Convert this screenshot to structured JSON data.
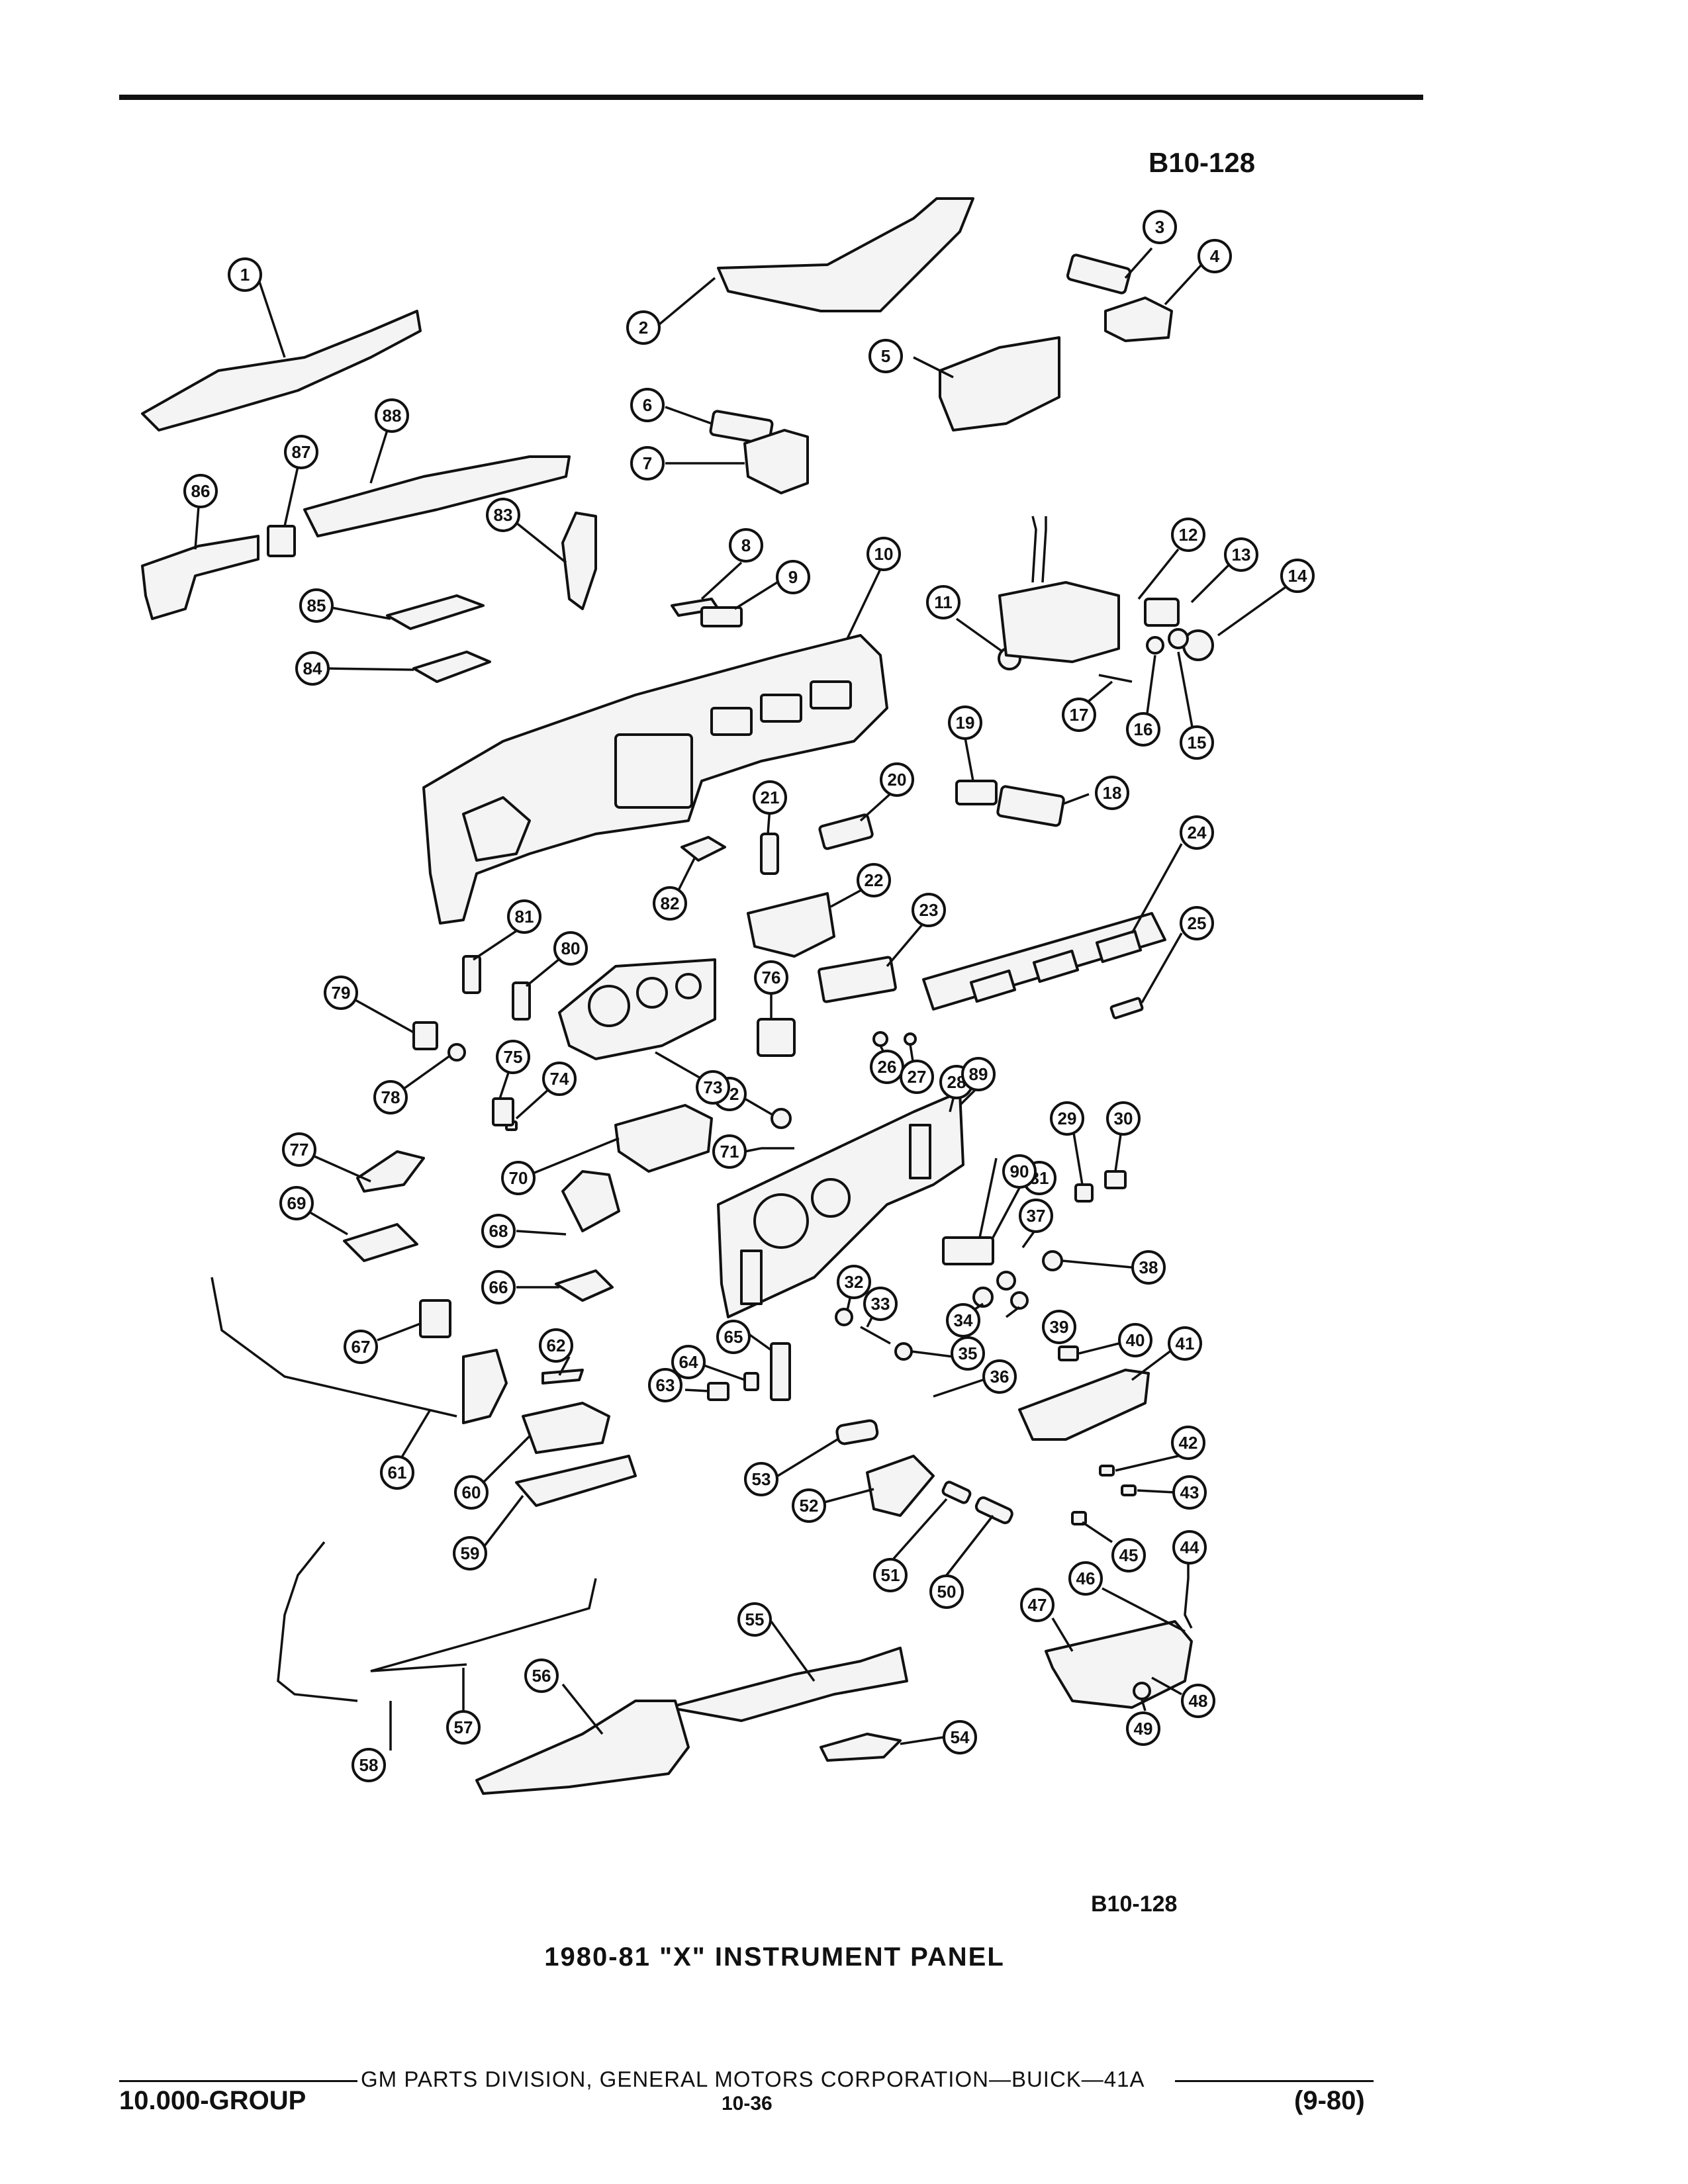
{
  "figure_code_top": "B10-128",
  "figure_code_bottom": "B10-128",
  "caption": "1980-81 \"X\" INSTRUMENT PANEL",
  "footer": {
    "publisher": "GM PARTS DIVISION, GENERAL MOTORS CORPORATION—BUICK—41A",
    "group": "10.000-GROUP",
    "page": "10-36",
    "edition": "(9-80)"
  },
  "callouts": [
    "1",
    "2",
    "3",
    "4",
    "5",
    "6",
    "7",
    "8",
    "9",
    "10",
    "11",
    "12",
    "13",
    "14",
    "15",
    "16",
    "17",
    "18",
    "19",
    "20",
    "21",
    "22",
    "23",
    "24",
    "25",
    "26",
    "27",
    "28",
    "29",
    "30",
    "31",
    "32",
    "33",
    "34",
    "35",
    "36",
    "37",
    "38",
    "39",
    "40",
    "41",
    "42",
    "43",
    "44",
    "45",
    "46",
    "47",
    "48",
    "49",
    "50",
    "51",
    "52",
    "53",
    "54",
    "55",
    "56",
    "57",
    "58",
    "59",
    "60",
    "61",
    "62",
    "63",
    "64",
    "65",
    "66",
    "67",
    "68",
    "69",
    "70",
    "71",
    "72",
    "73",
    "74",
    "75",
    "76",
    "77",
    "78",
    "79",
    "80",
    "81",
    "82",
    "83",
    "84",
    "85",
    "86",
    "87",
    "88",
    "89",
    "90"
  ]
}
